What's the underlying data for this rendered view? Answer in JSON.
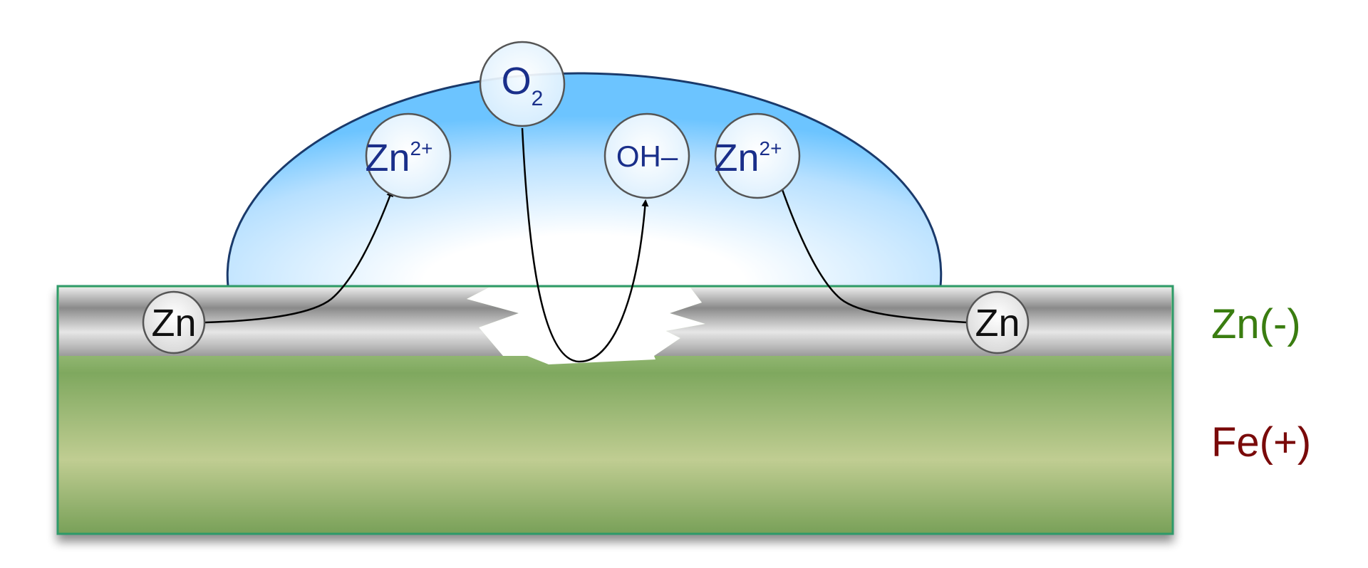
{
  "ions": {
    "zn_left": {
      "base": "Zn",
      "sup": "2+"
    },
    "zn_right": {
      "base": "Zn",
      "sup": "2+"
    },
    "o2": {
      "base": "O",
      "sub": "2"
    },
    "oh": {
      "text": "OH–"
    }
  },
  "atoms": {
    "zn_left": "Zn",
    "zn_right": "Zn"
  },
  "layers": {
    "zinc_label": "Zn(-)",
    "iron_label": "Fe(+)"
  },
  "colors": {
    "ion_text": "#1a2f8a",
    "atom_text": "#111111",
    "zinc_label": "#3a7d10",
    "iron_label": "#7a0a0a",
    "droplet_outline": "#1a3a6b",
    "steel_border": "#2e9a6a"
  },
  "icons": {
    "arrows": "arrow-icon"
  }
}
